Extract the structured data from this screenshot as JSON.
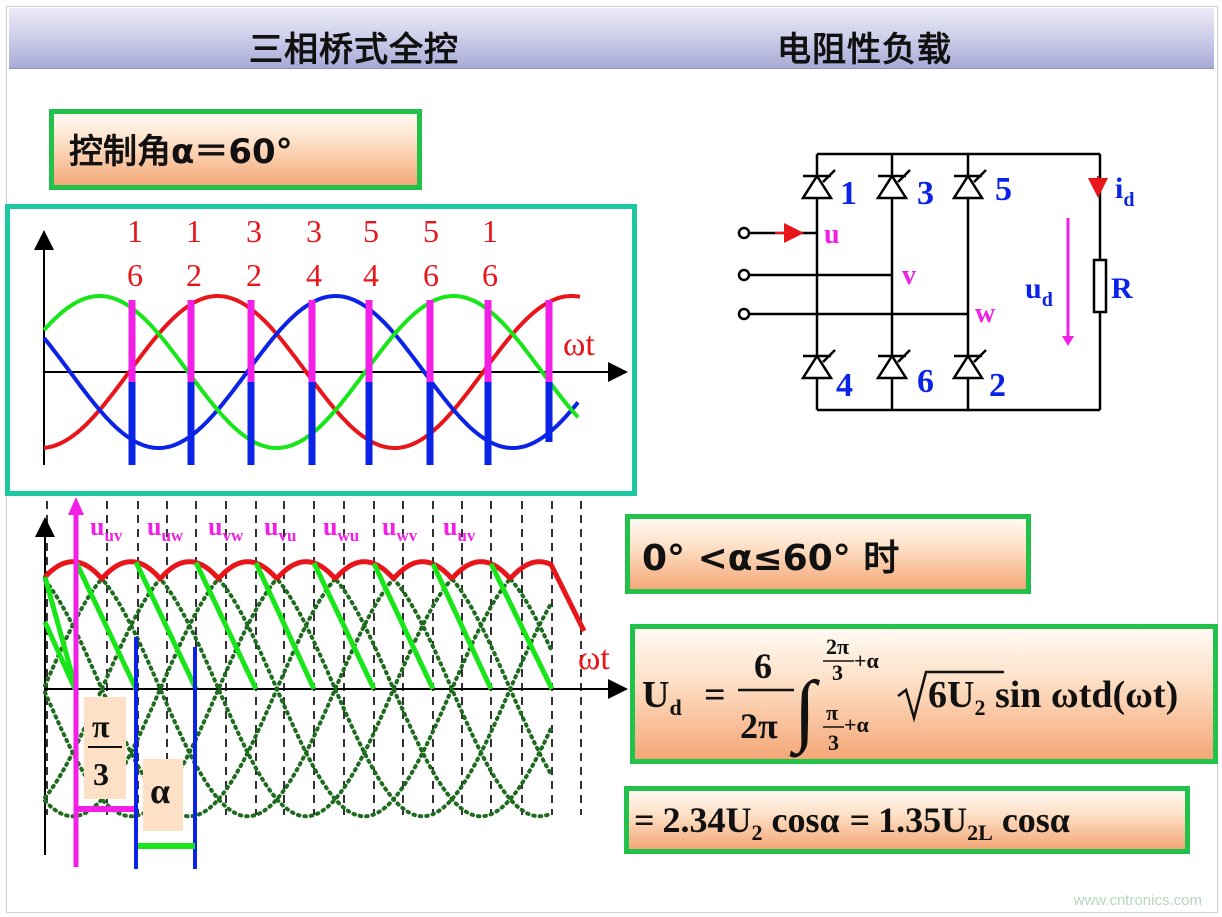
{
  "header": {
    "title_left": "三相桥式全控",
    "title_right": "电阻性负载"
  },
  "control_angle_label": "控制角α＝60°",
  "condition_label": "0°  <α≤60° 时",
  "top_waveform": {
    "pairs": [
      {
        "top": "1",
        "bottom": "6"
      },
      {
        "top": "1",
        "bottom": "2"
      },
      {
        "top": "3",
        "bottom": "2"
      },
      {
        "top": "3",
        "bottom": "4"
      },
      {
        "top": "5",
        "bottom": "4"
      },
      {
        "top": "5",
        "bottom": "6"
      },
      {
        "top": "1",
        "bottom": "6"
      }
    ],
    "axis_label": "ωt",
    "colors": {
      "u": "#e8151b",
      "v": "#0a23e6",
      "w": "#19e619",
      "gate_upper": "#f21fe6",
      "gate_lower": "#0a23e6"
    }
  },
  "bottom_waveform": {
    "line_labels": [
      {
        "main": "u",
        "sub": "uv"
      },
      {
        "main": "u",
        "sub": "uw"
      },
      {
        "main": "u",
        "sub": "vw"
      },
      {
        "main": "u",
        "sub": "vu"
      },
      {
        "main": "u",
        "sub": "wu"
      },
      {
        "main": "u",
        "sub": "wv"
      },
      {
        "main": "u",
        "sub": "uv"
      }
    ],
    "axis_label": "ωt",
    "pi_num": "π",
    "pi_den": "3",
    "alpha": "α"
  },
  "circuit": {
    "thyristors": [
      "1",
      "3",
      "5",
      "4",
      "6",
      "2"
    ],
    "phase_labels": [
      "u",
      "v",
      "w"
    ],
    "current_label": "i",
    "current_sub": "d",
    "voltage_label": "u",
    "voltage_sub": "d",
    "resistor_label": "R"
  },
  "formula1": {
    "lhs": "U",
    "lhs_sub": "d",
    "eq": "=",
    "frac_num": "6",
    "frac_den": "2π",
    "upper_num": "2π",
    "upper_den": "3",
    "upper_plus": "+α",
    "lower_num": "π",
    "lower_den": "3",
    "lower_plus": "+α",
    "sqrt_arg": "6U",
    "sqrt_sub": "2",
    "tail": " sin ωtd(ωt)"
  },
  "formula2": {
    "eq1": "=",
    "term1": "2.34U",
    "term1_sub": "2",
    "cos1": " cosα",
    "eq2": "=",
    "term2": "1.35U",
    "term2_sub": "2L",
    "cos2": " cosα"
  },
  "watermark": "www.cntronics.com"
}
